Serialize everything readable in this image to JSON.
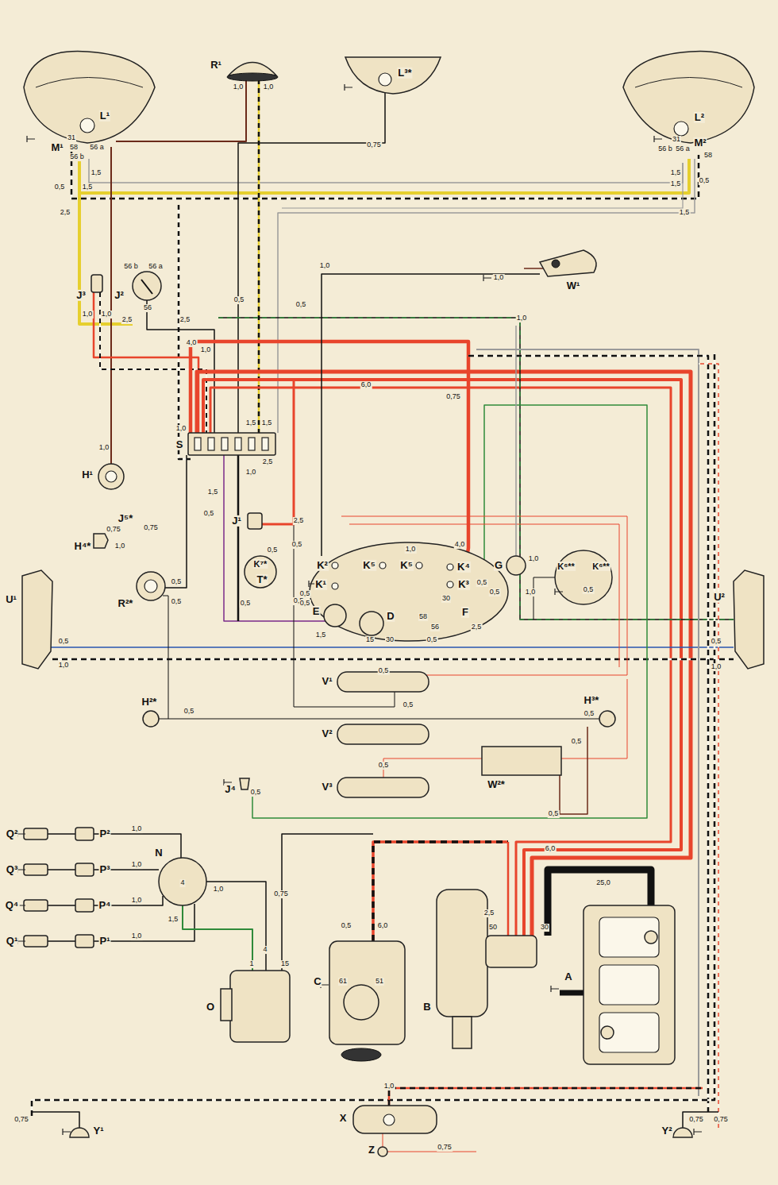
{
  "diagram": {
    "labels": [
      "L¹",
      "31",
      "M¹",
      "58",
      "56 a",
      "56 b",
      "1,5",
      "0,5",
      "1,5",
      "2,5",
      "R¹",
      "1,0",
      "1,0",
      "L³*",
      "0,75",
      "L²",
      "31",
      "56 b",
      "56 a",
      "M²",
      "58",
      "1,5",
      "1,5",
      "0,5",
      "1,5",
      "W¹",
      "1,0",
      "1,0",
      "0,5",
      "0,5",
      "1,0",
      "56 b",
      "56 a",
      "J²",
      "56",
      "J³",
      "1,0",
      "1,0",
      "2,5",
      "2,5",
      "4,0",
      "1,0",
      "6,0",
      "0,75",
      "1,0",
      "1,5",
      "1,5",
      "S",
      "2,5",
      "1,0",
      "1,5",
      "0,5",
      "H¹",
      "1,0",
      "J⁵*",
      "0,75",
      "0,75",
      "H⁴*",
      "1,0",
      "J¹",
      "2,5",
      "0,5",
      "0,5",
      "K⁷*",
      "T*",
      "0,5",
      "0,5",
      "R²*",
      "0,5",
      "0,5",
      "K²",
      "K¹",
      "E",
      "K⁵",
      "K⁵",
      "K⁴",
      "K³",
      "1,0",
      "0,5",
      "0,5",
      "1,5",
      "15",
      "30",
      "D",
      "58",
      "30",
      "56",
      "F",
      "2,5",
      "0,5",
      "4,0",
      "0,5",
      "G",
      "1,0",
      "0,5",
      "1,0",
      "K⁶**",
      "K⁶**",
      "0,5",
      "U¹",
      "0,5",
      "1,0",
      "U²",
      "0,5",
      "1,0",
      "H²*",
      "0,5",
      "0,5",
      "0,5",
      "V¹",
      "V²",
      "V³",
      "0,5",
      "H³*",
      "0,5",
      "0,5",
      "W²*",
      "0,5",
      "J⁴",
      "0,5",
      "Q²",
      "P²",
      "Q³",
      "P³",
      "Q⁴",
      "P⁴",
      "Q¹",
      "P¹",
      "N",
      "4",
      "1,0",
      "1,0",
      "1,0",
      "1,0",
      "1,0",
      "1,5",
      "0,75",
      "4",
      "1",
      "15",
      "O",
      "0,5",
      "6,0",
      "61",
      "51",
      "C",
      "B",
      "2,5",
      "50",
      "30",
      "6,0",
      "25,0",
      "A",
      "1,0",
      "X",
      "Z",
      "0,75",
      "0,75",
      "Y¹",
      "Y²",
      "0,75",
      "0,75"
    ]
  }
}
